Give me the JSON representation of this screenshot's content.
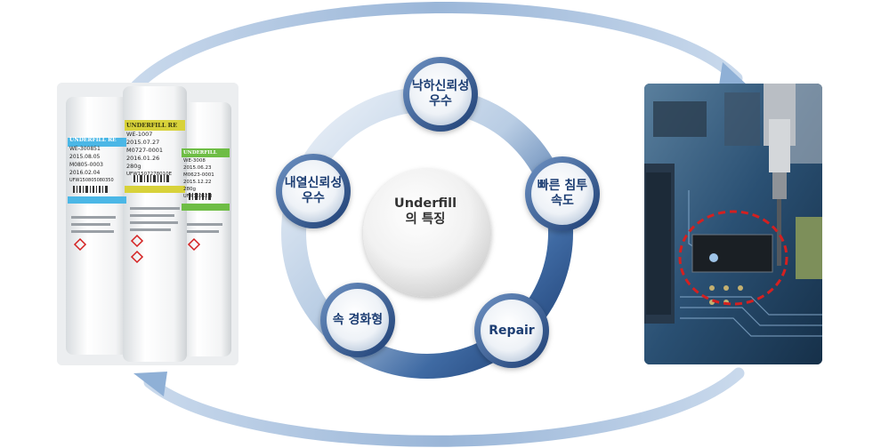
{
  "diagram": {
    "center": {
      "line1": "Underfill",
      "line2": "의 특징"
    },
    "nodes": [
      {
        "id": "top",
        "line1": "낙하신뢰성",
        "line2": "우수"
      },
      {
        "id": "right",
        "line1": "빠른 침투",
        "line2": "속도"
      },
      {
        "id": "bottom-right",
        "line1": "Repair",
        "line2": ""
      },
      {
        "id": "bottom-left",
        "line1": "속 경화형",
        "line2": ""
      },
      {
        "id": "left",
        "line1": "내열신뢰성",
        "line2": "우수"
      }
    ],
    "photo_left": {
      "tube_labels": [
        {
          "brand": "UNDERFILL RE",
          "lines": [
            "WE-300851",
            "2015.08.05",
            "M0805-0003",
            "2016.02.04"
          ],
          "barcode": "UFW150805080350",
          "color": "#4bb7e6"
        },
        {
          "brand": "UNDERFILL RE",
          "lines": [
            "WE-1007",
            "2015.07.27",
            "M0727-0001",
            "2016.01.26",
            "280g"
          ],
          "barcode": "UFW1507278010E",
          "color": "#d8d23a"
        },
        {
          "brand": "UNDERFILL",
          "lines": [
            "WE-3008",
            "2015.06.23",
            "M0623-0001",
            "2015.12.22",
            "280g"
          ],
          "barcode": "UFW150623I",
          "color": "#6ebd45"
        }
      ]
    },
    "colors": {
      "ring_dark": "#24477e",
      "ring_light": "#dde7f2",
      "node_text": "#1d3e73",
      "arrow": "#9ab6d8",
      "highlight": "#d42020"
    }
  }
}
